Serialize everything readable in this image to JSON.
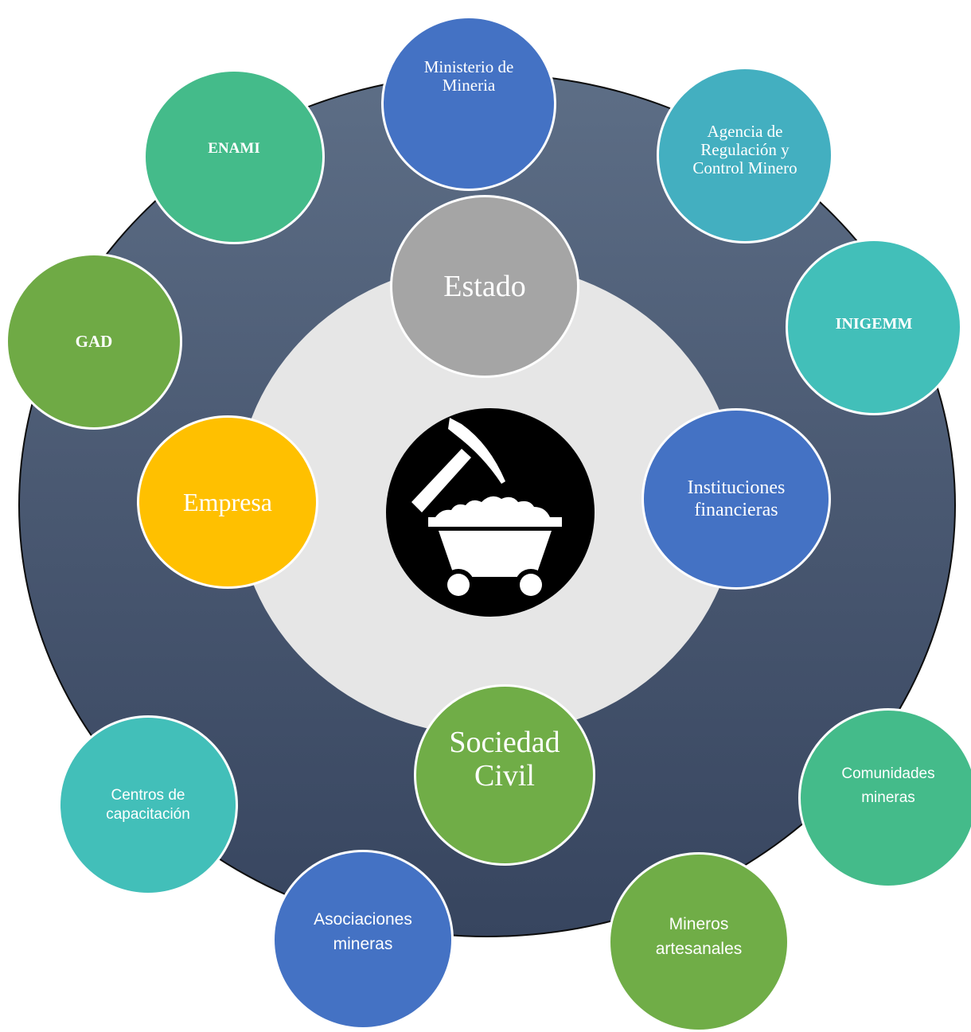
{
  "center": {
    "icon": "mine-cart-pickaxe-icon"
  },
  "inner_nodes": {
    "estado": "Estado",
    "empresa": "Empresa",
    "instituciones": "Instituciones\nfinancieras",
    "sociedad": "Sociedad\nCivil"
  },
  "outer_nodes": {
    "ministerio": "Ministerio de\nMineria",
    "agencia": "Agencia de\nRegulación y\nControl Minero",
    "enami": "ENAMI",
    "inigemm": "INIGEMM",
    "gad": "GAD",
    "centros": "Centros de\ncapacitación",
    "comunidades": "Comunidades\nmineras",
    "asociaciones": "Asociaciones\nmineras",
    "mineros": "Mineros\nartesanales"
  },
  "colors": {
    "ring": "#4b5a73",
    "inner_disk": "#e6e6e6",
    "hub": "#000000",
    "blue": "#4472c4",
    "teal": "#42bfb9",
    "sea_green": "#44bb8a",
    "green": "#70ad47",
    "gray": "#a5a5a5",
    "gold": "#ffc000"
  }
}
